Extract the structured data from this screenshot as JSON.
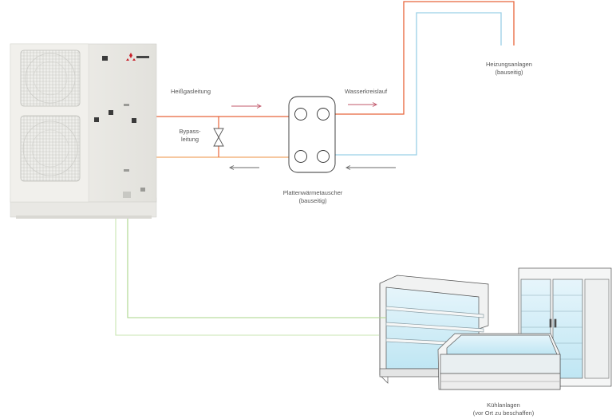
{
  "labels": {
    "hot_gas_line": "Heißgasleitung",
    "water_circuit": "Wasserkreislauf",
    "heating_systems_1": "Heizungsanlagen",
    "heating_systems_2": "(bauseitig)",
    "bypass_1": "Bypass-",
    "bypass_2": "leitung",
    "plate_hx_1": "Plattenwärmetauscher",
    "plate_hx_2": "(bauseitig)",
    "cooling_systems_1": "Kühlanlagen",
    "cooling_systems_2": "(vor Ort zu beschaffen)"
  },
  "colors": {
    "hot_line": "#e8633a",
    "cold_line": "#9ad0e6",
    "hot_gas_return": "#f0a868",
    "green_line": "#b9dd9c",
    "arrow_hot": "#c0576a",
    "arrow_cold": "#6a6a6a",
    "outline": "#333333"
  },
  "icons": {
    "outdoor_unit": "heat-pump-outdoor-unit",
    "brand_logo": "three-diamond-logo",
    "valve": "bypass-valve-icon",
    "display_case": "refrigerated-display-case",
    "chest": "refrigerated-chest",
    "cabinet": "glass-door-refrigerator"
  }
}
